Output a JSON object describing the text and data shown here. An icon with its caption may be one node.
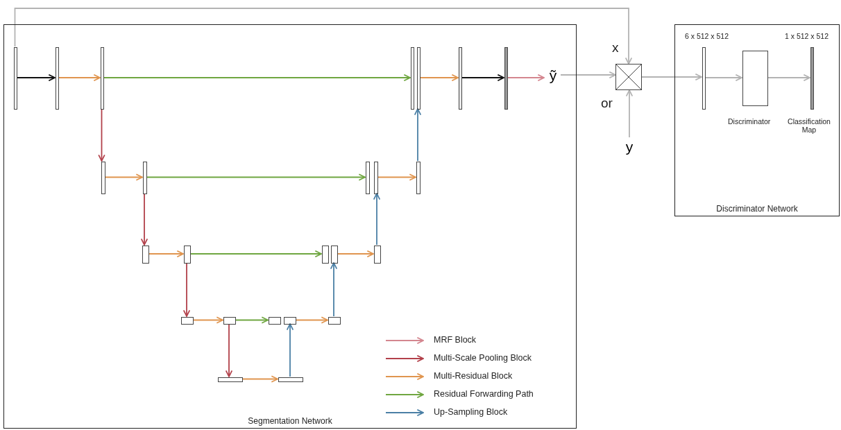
{
  "diagram": {
    "nodes": [
      {
        "text": [
          "Segmentation Network"
        ]
      },
      {
        "text": [
          "Discriminator Network"
        ]
      },
      {
        "text": [],
        "shape": "bar",
        "in": 0
      },
      {
        "text": [],
        "shape": "bar",
        "in": 0
      },
      {
        "text": [],
        "shape": "bar",
        "in": 0
      },
      {
        "text": [],
        "shape": "bar",
        "in": 0
      },
      {
        "text": [],
        "shape": "bar",
        "in": 0
      },
      {
        "text": [],
        "shape": "bar",
        "in": 0
      },
      {
        "text": [],
        "shape": "bar",
        "in": 0
      },
      {
        "text": [
          "ỹ"
        ],
        "in": 0
      },
      {
        "text": [],
        "shape": "bar",
        "in": 0
      },
      {
        "text": [],
        "shape": "bar",
        "in": 0
      },
      {
        "text": [],
        "shape": "bar",
        "in": 0
      },
      {
        "text": [],
        "shape": "bar",
        "in": 0
      },
      {
        "text": [],
        "shape": "bar",
        "in": 0
      },
      {
        "text": [],
        "shape": "bar",
        "in": 0
      },
      {
        "text": [],
        "shape": "bar",
        "in": 0
      },
      {
        "text": [],
        "shape": "bar",
        "in": 0
      },
      {
        "text": [],
        "shape": "bar",
        "in": 0
      },
      {
        "text": [],
        "shape": "bar",
        "in": 0
      },
      {
        "text": [],
        "shape": "box",
        "in": 0
      },
      {
        "text": [],
        "shape": "box",
        "in": 0
      },
      {
        "text": [],
        "shape": "box",
        "in": 0
      },
      {
        "text": [],
        "shape": "box",
        "in": 0
      },
      {
        "text": [],
        "shape": "box",
        "in": 0
      },
      {
        "text": [],
        "shape": "bar",
        "in": 0
      },
      {
        "text": [],
        "shape": "bar",
        "in": 0
      },
      {
        "text": [],
        "shape": "box"
      },
      {
        "text": [
          "y"
        ]
      },
      {
        "text": [],
        "shape": "bar",
        "in": 1,
        "beside": [
          "6 x 512 x 512"
        ]
      },
      {
        "text": [],
        "shape": "box",
        "in": 1,
        "beside": [
          "Discriminator"
        ]
      },
      {
        "text": [],
        "shape": "bar",
        "in": 1,
        "beside": [
          "1 x 512 x 512",
          "Classification Map"
        ]
      }
    ],
    "edges": [
      {
        "from": 2,
        "to": 3,
        "arrow": "to",
        "color": "#111111"
      },
      {
        "from": 3,
        "to": 4,
        "arrow": "to",
        "color": "#e0954f"
      },
      {
        "from": 4,
        "to": 5,
        "arrow": "to",
        "color": "#6fa640"
      },
      {
        "from": 6,
        "to": 7,
        "arrow": "to",
        "color": "#e0954f"
      },
      {
        "from": 7,
        "to": 8,
        "arrow": "to",
        "color": "#111111"
      },
      {
        "from": 8,
        "to": 9,
        "arrow": "to",
        "color": "#d4868f"
      },
      {
        "from": 4,
        "to": 10,
        "arrow": "to",
        "color": "#b2404a"
      },
      {
        "from": 10,
        "to": 11,
        "arrow": "to",
        "color": "#e0954f"
      },
      {
        "from": 11,
        "to": 12,
        "arrow": "to",
        "color": "#6fa640"
      },
      {
        "from": 13,
        "to": 14,
        "arrow": "to",
        "color": "#e0954f"
      },
      {
        "from": 14,
        "to": 6,
        "arrow": "to",
        "color": "#4a7fa5"
      },
      {
        "from": 11,
        "to": 15,
        "arrow": "to",
        "color": "#b2404a"
      },
      {
        "from": 15,
        "to": 16,
        "arrow": "to",
        "color": "#e0954f"
      },
      {
        "from": 16,
        "to": 17,
        "arrow": "to",
        "color": "#6fa640"
      },
      {
        "from": 18,
        "to": 19,
        "arrow": "to",
        "color": "#e0954f"
      },
      {
        "from": 19,
        "to": 13,
        "arrow": "to",
        "color": "#4a7fa5"
      },
      {
        "from": 16,
        "to": 20,
        "arrow": "to",
        "color": "#b2404a"
      },
      {
        "from": 20,
        "to": 21,
        "arrow": "to",
        "color": "#e0954f"
      },
      {
        "from": 21,
        "to": 22,
        "arrow": "to",
        "color": "#6fa640"
      },
      {
        "from": 23,
        "to": 24,
        "arrow": "to",
        "color": "#e0954f"
      },
      {
        "from": 24,
        "to": 18,
        "arrow": "to",
        "color": "#4a7fa5"
      },
      {
        "from": 21,
        "to": 25,
        "arrow": "to",
        "color": "#b2404a"
      },
      {
        "from": 25,
        "to": 26,
        "arrow": "to",
        "color": "#e0954f"
      },
      {
        "from": 26,
        "to": 23,
        "arrow": "to",
        "color": "#4a7fa5"
      },
      {
        "from": 9,
        "to": 27,
        "arrow": "to",
        "color": "#b3b3b3"
      },
      {
        "from": 2,
        "to": 27,
        "arrow": "to",
        "color": "#b3b3b3",
        "label": "x"
      },
      {
        "from": 28,
        "to": 27,
        "arrow": "to",
        "color": "#b3b3b3"
      },
      {
        "from": 27,
        "to": 29,
        "arrow": "to",
        "color": "#b3b3b3"
      },
      {
        "from": 29,
        "to": 30,
        "arrow": "to",
        "color": "#b3b3b3"
      },
      {
        "from": 30,
        "to": 31,
        "arrow": "to",
        "color": "#b3b3b3"
      }
    ],
    "labels": [
      "or"
    ],
    "legend": [
      {
        "text": "MRF Block"
      },
      {
        "text": "Multi-Scale Pooling Block"
      },
      {
        "text": "Multi-Residual Block"
      },
      {
        "text": "Residual Forwarding Path"
      },
      {
        "text": "Up-Sampling Block"
      }
    ]
  }
}
